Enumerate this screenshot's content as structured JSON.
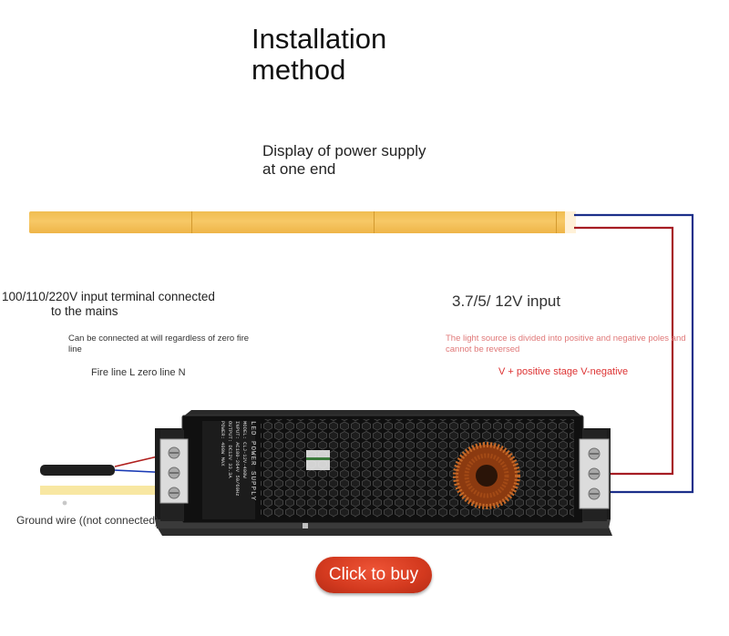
{
  "header": {
    "title": "Installation\nmethod"
  },
  "strip": {
    "caption": "Display of power supply\nat one end",
    "color": "#f5c35c"
  },
  "input_side": {
    "line1": "100/110/220V input terminal connected",
    "line2": "to the mains",
    "note": "Can be connected at will regardless of zero fire line",
    "fire_zero": "Fire line L zero line N"
  },
  "output_side": {
    "title": "3.7/5/ 12V input",
    "note": "The light source is divided into positive and negative poles and cannot be reversed",
    "signs": "V + positive stage V-negative"
  },
  "ground": {
    "label": "Ground wire ((not connected)"
  },
  "psu": {
    "title": "LED POWER SUPPLY",
    "model": "MODEL: CLJ-12V-400W",
    "input": "INPUT: AC180-264V 50/60Hz",
    "output": "OUTPUT: DC12V 33.3A",
    "power": "POWER: 400W MAX"
  },
  "cta": {
    "label": "Click to buy",
    "color": "#d94428"
  },
  "colors": {
    "wire_red": "#a61d24",
    "wire_blue": "#1c2f8a"
  }
}
